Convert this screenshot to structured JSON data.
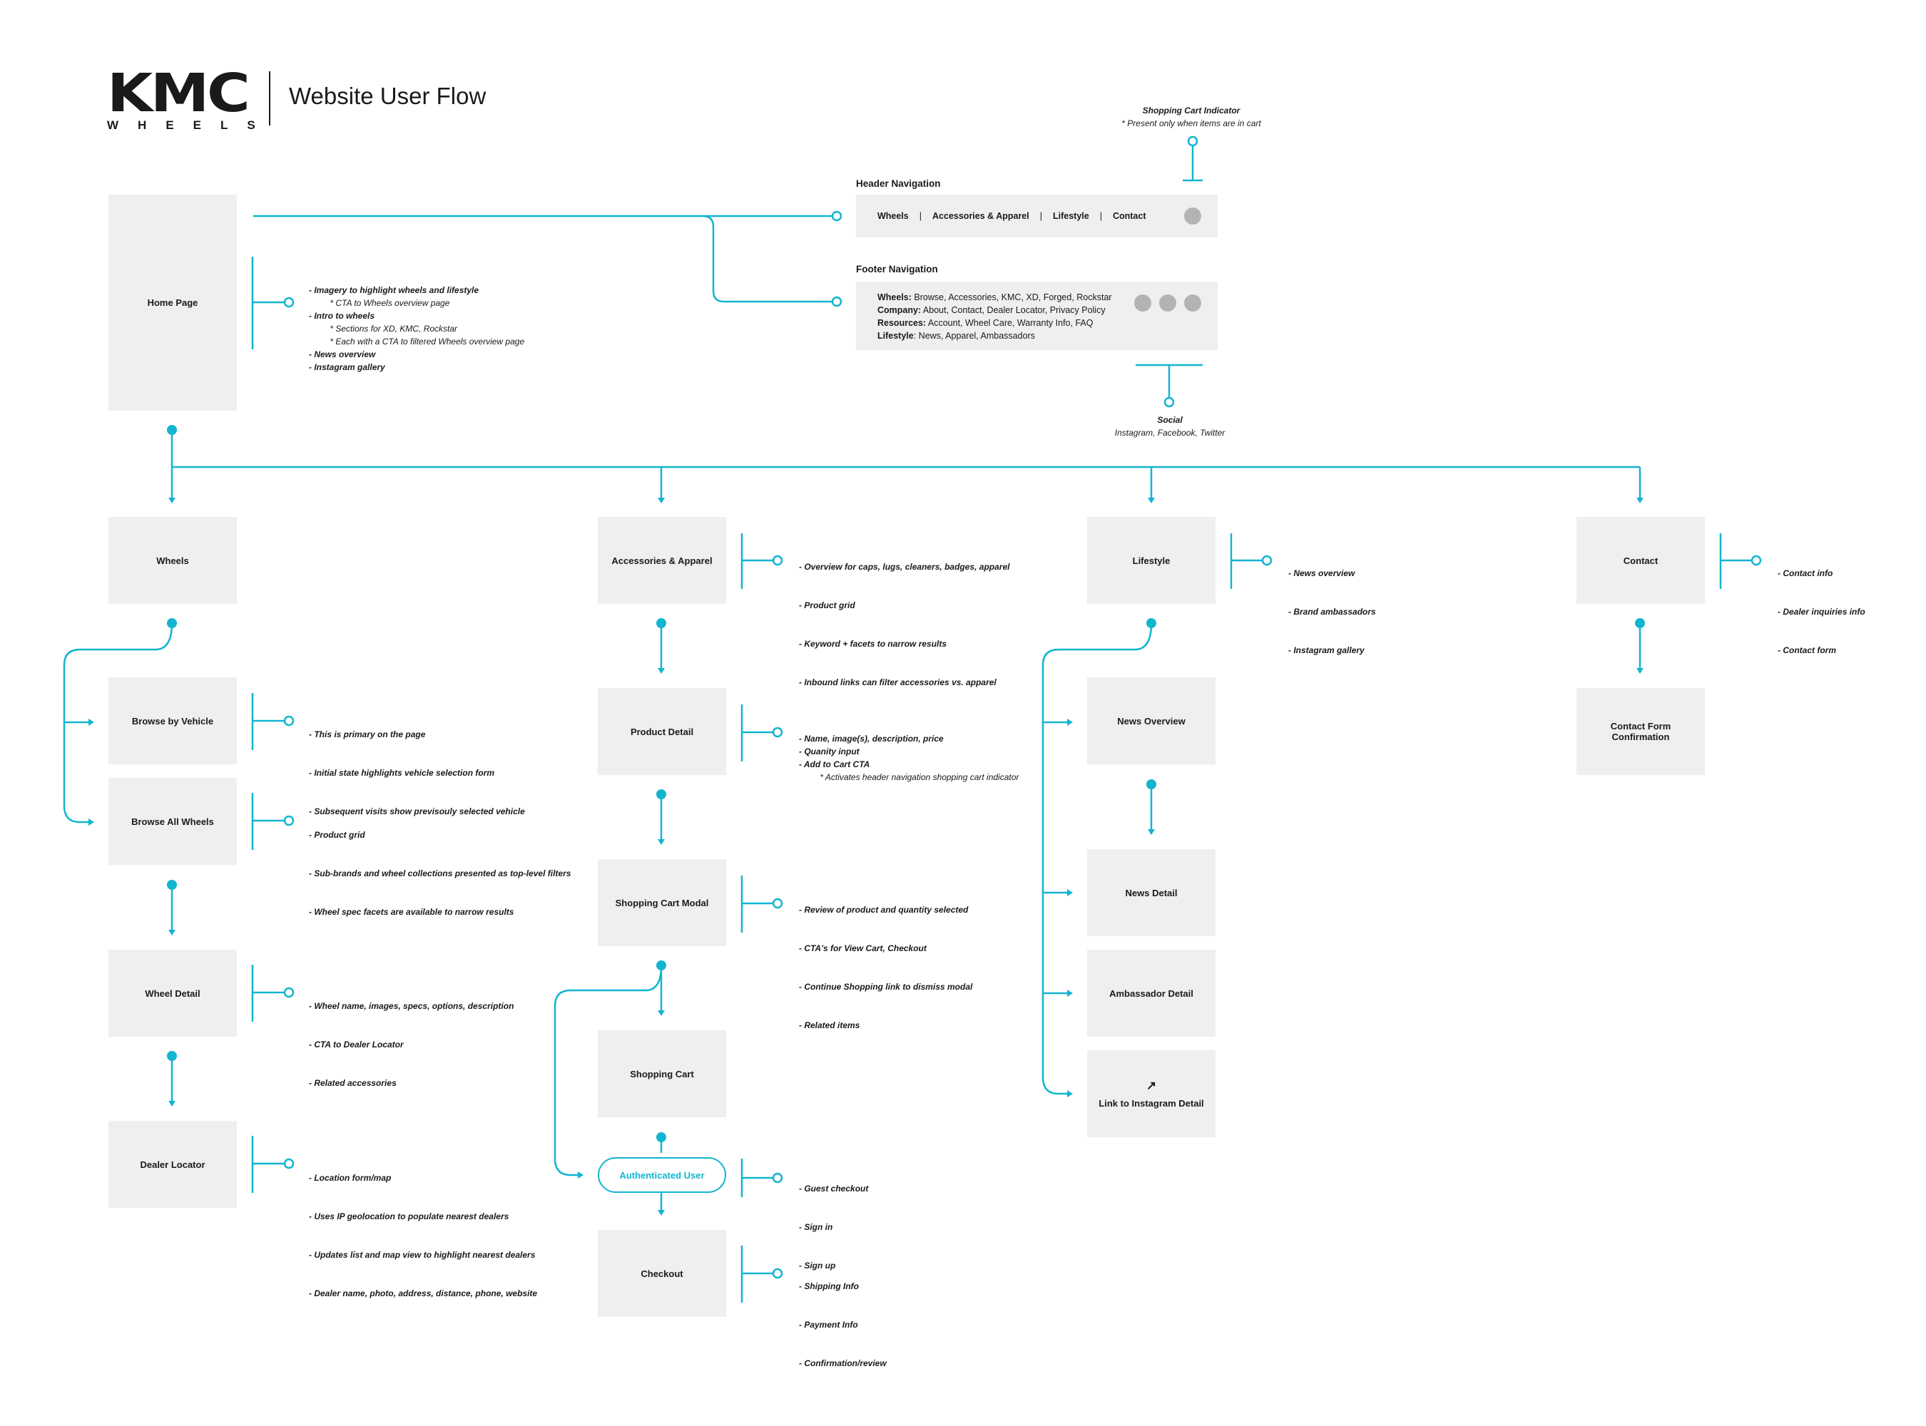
{
  "brand": {
    "wordmark": "KMC",
    "sub": "WHEELS",
    "title": "Website User Flow"
  },
  "colors": {
    "accent": "#12b5d0",
    "box": "#efefef",
    "text": "#1a1a1a",
    "social_dot": "#b3b3b3"
  },
  "header_nav": {
    "label": "Header Navigation",
    "links": [
      "Wheels",
      "Accessories & Apparel",
      "Lifestyle",
      "Contact"
    ],
    "separator": "|"
  },
  "footer_nav": {
    "label": "Footer Navigation",
    "rows": [
      {
        "key": "Wheels:",
        "value": " Browse, Accessories, KMC, XD, Forged, Rockstar"
      },
      {
        "key": "Company:",
        "value": " About, Contact, Dealer Locator, Privacy Policy"
      },
      {
        "key": "Resources:",
        "value": " Account, Wheel Care, Warranty Info, FAQ"
      },
      {
        "key": "Lifestyle",
        "value": ": News, Apparel, Ambassadors"
      }
    ]
  },
  "cart_indicator": {
    "title": "Shopping Cart Indicator",
    "note": "* Present only when items are in cart"
  },
  "social": {
    "title": "Social",
    "note": "Instagram, Facebook, Twitter"
  },
  "pages": {
    "home": "Home Page",
    "wheels": "Wheels",
    "browse_vehicle": "Browse by Vehicle",
    "browse_all": "Browse All Wheels",
    "wheel_detail": "Wheel Detail",
    "dealer_locator": "Dealer Locator",
    "accessories": "Accessories & Apparel",
    "product_detail": "Product Detail",
    "cart_modal": "Shopping Cart Modal",
    "cart": "Shopping Cart",
    "auth_user": "Authenticated User",
    "checkout": "Checkout",
    "lifestyle": "Lifestyle",
    "news_overview": "News Overview",
    "news_detail": "News Detail",
    "ambassador_detail": "Ambassador Detail",
    "instagram_detail": "Link to Instagram Detail",
    "contact": "Contact",
    "contact_confirm": "Contact Form Confirmation"
  },
  "notes": {
    "home": [
      "- Imagery to highlight wheels and lifestyle",
      "    * CTA to Wheels overview page",
      "- Intro to wheels",
      "    * Sections for XD, KMC, Rockstar",
      "    * Each with a CTA to filtered Wheels overview page",
      "- News overview",
      "- Instagram gallery"
    ],
    "accessories": [
      "- Overview for caps, lugs, cleaners, badges, apparel",
      "- Product grid",
      "- Keyword + facets to narrow results",
      "- Inbound links can filter accessories vs. apparel"
    ],
    "lifestyle": [
      "- News overview",
      "- Brand ambassadors",
      "- Instagram gallery"
    ],
    "contact": [
      "- Contact info",
      "- Dealer inquiries info",
      "- Contact form"
    ],
    "browse_vehicle": [
      "- This is primary on the page",
      "- Initial state highlights vehicle selection form",
      "- Subsequent visits show previsouly selected vehicle"
    ],
    "browse_all": [
      "- Product grid",
      "- Sub-brands and wheel collections presented as top-level filters",
      "- Wheel spec facets are available to narrow results"
    ],
    "wheel_detail": [
      "- Wheel name, images, specs, options, description",
      "- CTA to Dealer Locator",
      "- Related accessories"
    ],
    "dealer_locator": [
      "- Location form/map",
      "- Uses IP geolocation to populate nearest dealers",
      "- Updates list and map view to highlight nearest dealers",
      "- Dealer name, photo, address, distance, phone, website"
    ],
    "product_detail": [
      "- Name, image(s), description, price",
      "- Quanity input",
      "- Add to Cart CTA",
      "    * Activates header navigation shopping cart indicator"
    ],
    "cart_modal": [
      "- Review of product and quantity selected",
      "- CTA's for View Cart, Checkout",
      "- Continue Shopping link to dismiss modal",
      "- Related items"
    ],
    "auth_user": [
      "- Guest checkout",
      "- Sign in",
      "- Sign up"
    ],
    "checkout": [
      "- Shipping Info",
      "- Payment Info",
      "- Confirmation/review"
    ]
  }
}
